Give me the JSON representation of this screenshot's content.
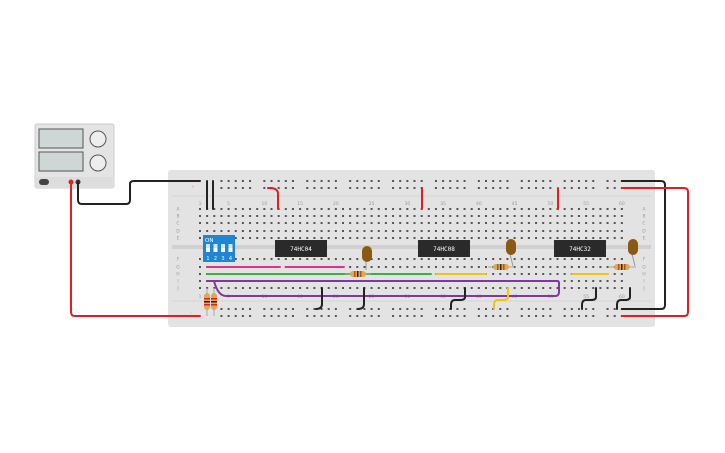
{
  "breadboard": {
    "column_labels": [
      "1",
      "5",
      "10",
      "15",
      "20",
      "25",
      "30",
      "35",
      "40",
      "45",
      "50",
      "55",
      "60"
    ],
    "row_labels_top": [
      "A",
      "B",
      "C",
      "D",
      "E"
    ],
    "row_labels_bottom": [
      "F",
      "G",
      "H",
      "I",
      "J"
    ],
    "rail_plus": "+",
    "rail_minus": "-"
  },
  "chips": [
    {
      "label": "74HC04"
    },
    {
      "label": "74HC08"
    },
    {
      "label": "74HC32"
    }
  ],
  "dip_switch": {
    "on_label": "ON",
    "positions": [
      "1",
      "2",
      "3",
      "4"
    ]
  },
  "colors": {
    "wire_black": "#222222",
    "wire_red": "#e02020",
    "wire_magenta": "#e0318f",
    "wire_green": "#3cb043",
    "wire_yellow": "#f2c40f",
    "wire_purple": "#7a3c9a",
    "dip_blue": "#1f86d6",
    "led_brown": "#8a5a14"
  }
}
